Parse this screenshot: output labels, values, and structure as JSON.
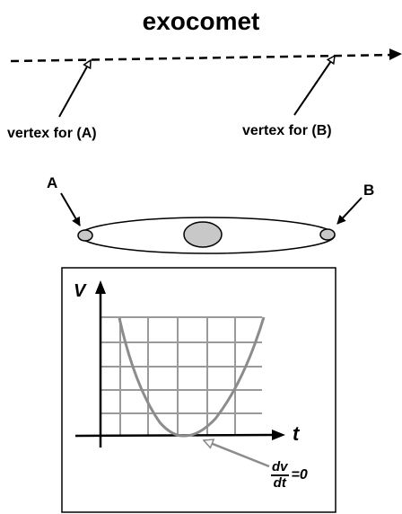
{
  "title": "exocomet",
  "vertex_a_label": "vertex for (A)",
  "vertex_b_label": "vertex for (B)",
  "point_a_label": "A",
  "point_b_label": "B",
  "graph": {
    "y_axis_label": "V",
    "x_axis_label": "t",
    "derivative_numerator": "dv",
    "derivative_denominator": "dt",
    "derivative_value": "=0"
  },
  "colors": {
    "star_fill": "#c8c8c8",
    "curve": "#8c8c8c",
    "grid": "#9a9a9a"
  }
}
